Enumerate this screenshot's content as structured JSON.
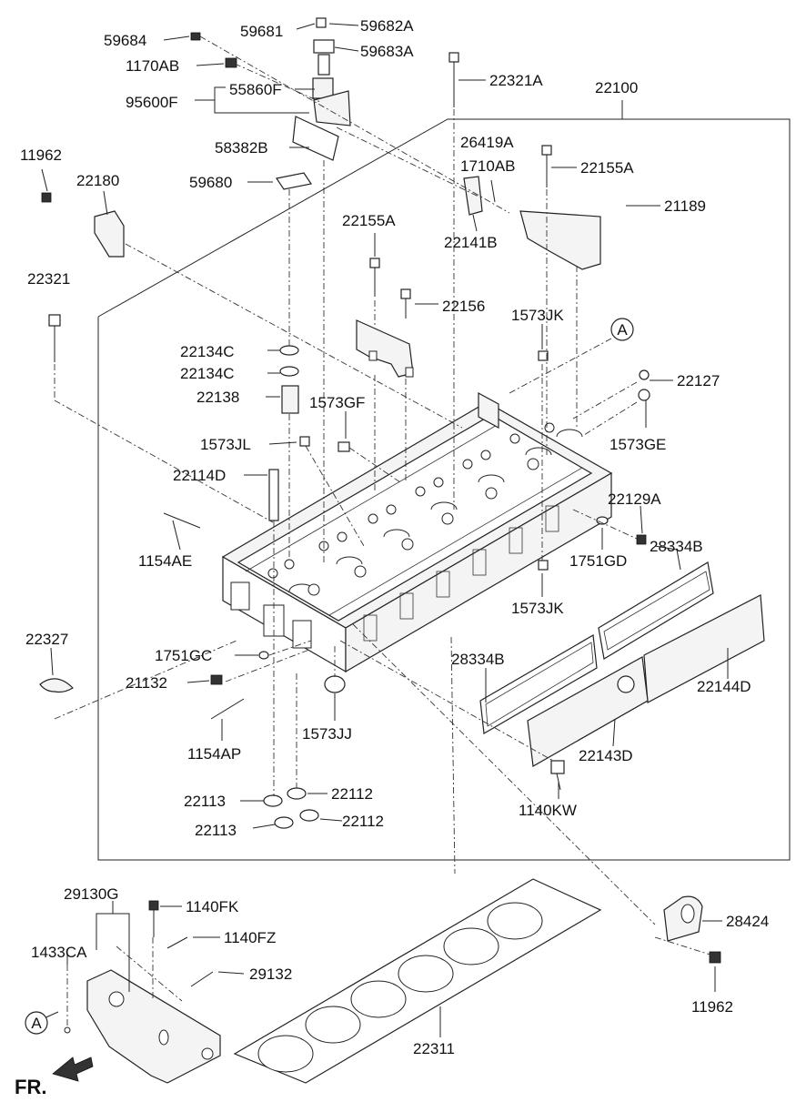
{
  "labels": {
    "p59684": "59684",
    "p59681": "59681",
    "p59682A": "59682A",
    "p59683A": "59683A",
    "p1170AB": "1170AB",
    "p55860F": "55860F",
    "p95600F": "95600F",
    "p22321A": "22321A",
    "p22100": "22100",
    "p58382B": "58382B",
    "p26419A": "26419A",
    "p1710AB": "1710AB",
    "p22155A_top": "22155A",
    "p11962_top": "11962",
    "p22180": "22180",
    "p59680": "59680",
    "p21189": "21189",
    "p22141B": "22141B",
    "p22155A_mid": "22155A",
    "p22321": "22321",
    "p22156": "22156",
    "p1573JK_top": "1573JK",
    "p22134C_a": "22134C",
    "p22134C_b": "22134C",
    "p22127": "22127",
    "p22138": "22138",
    "p1573GF": "1573GF",
    "p1573GE": "1573GE",
    "p1573JL": "1573JL",
    "p22114D": "22114D",
    "p22129A": "22129A",
    "p28334B_top": "28334B",
    "p1154AE": "1154AE",
    "p1751GD": "1751GD",
    "p1573JK_bot": "1573JK",
    "p22327": "22327",
    "p1751GC": "1751GC",
    "p28334B_bot": "28334B",
    "p21132": "21132",
    "p22144D": "22144D",
    "p1573JJ": "1573JJ",
    "p1154AP": "1154AP",
    "p22143D": "22143D",
    "p22113_a": "22113",
    "p22112_a": "22112",
    "p1140KW": "1140KW",
    "p22113_b": "22113",
    "p22112_b": "22112",
    "p29130G": "29130G",
    "p1140FK": "1140FK",
    "p28424": "28424",
    "p1140FZ": "1140FZ",
    "p1433CA": "1433CA",
    "p29132": "29132",
    "p11962_bot": "11962",
    "p22311": "22311",
    "ref_A_top": "A",
    "ref_A_bot": "A",
    "fr": "FR."
  }
}
